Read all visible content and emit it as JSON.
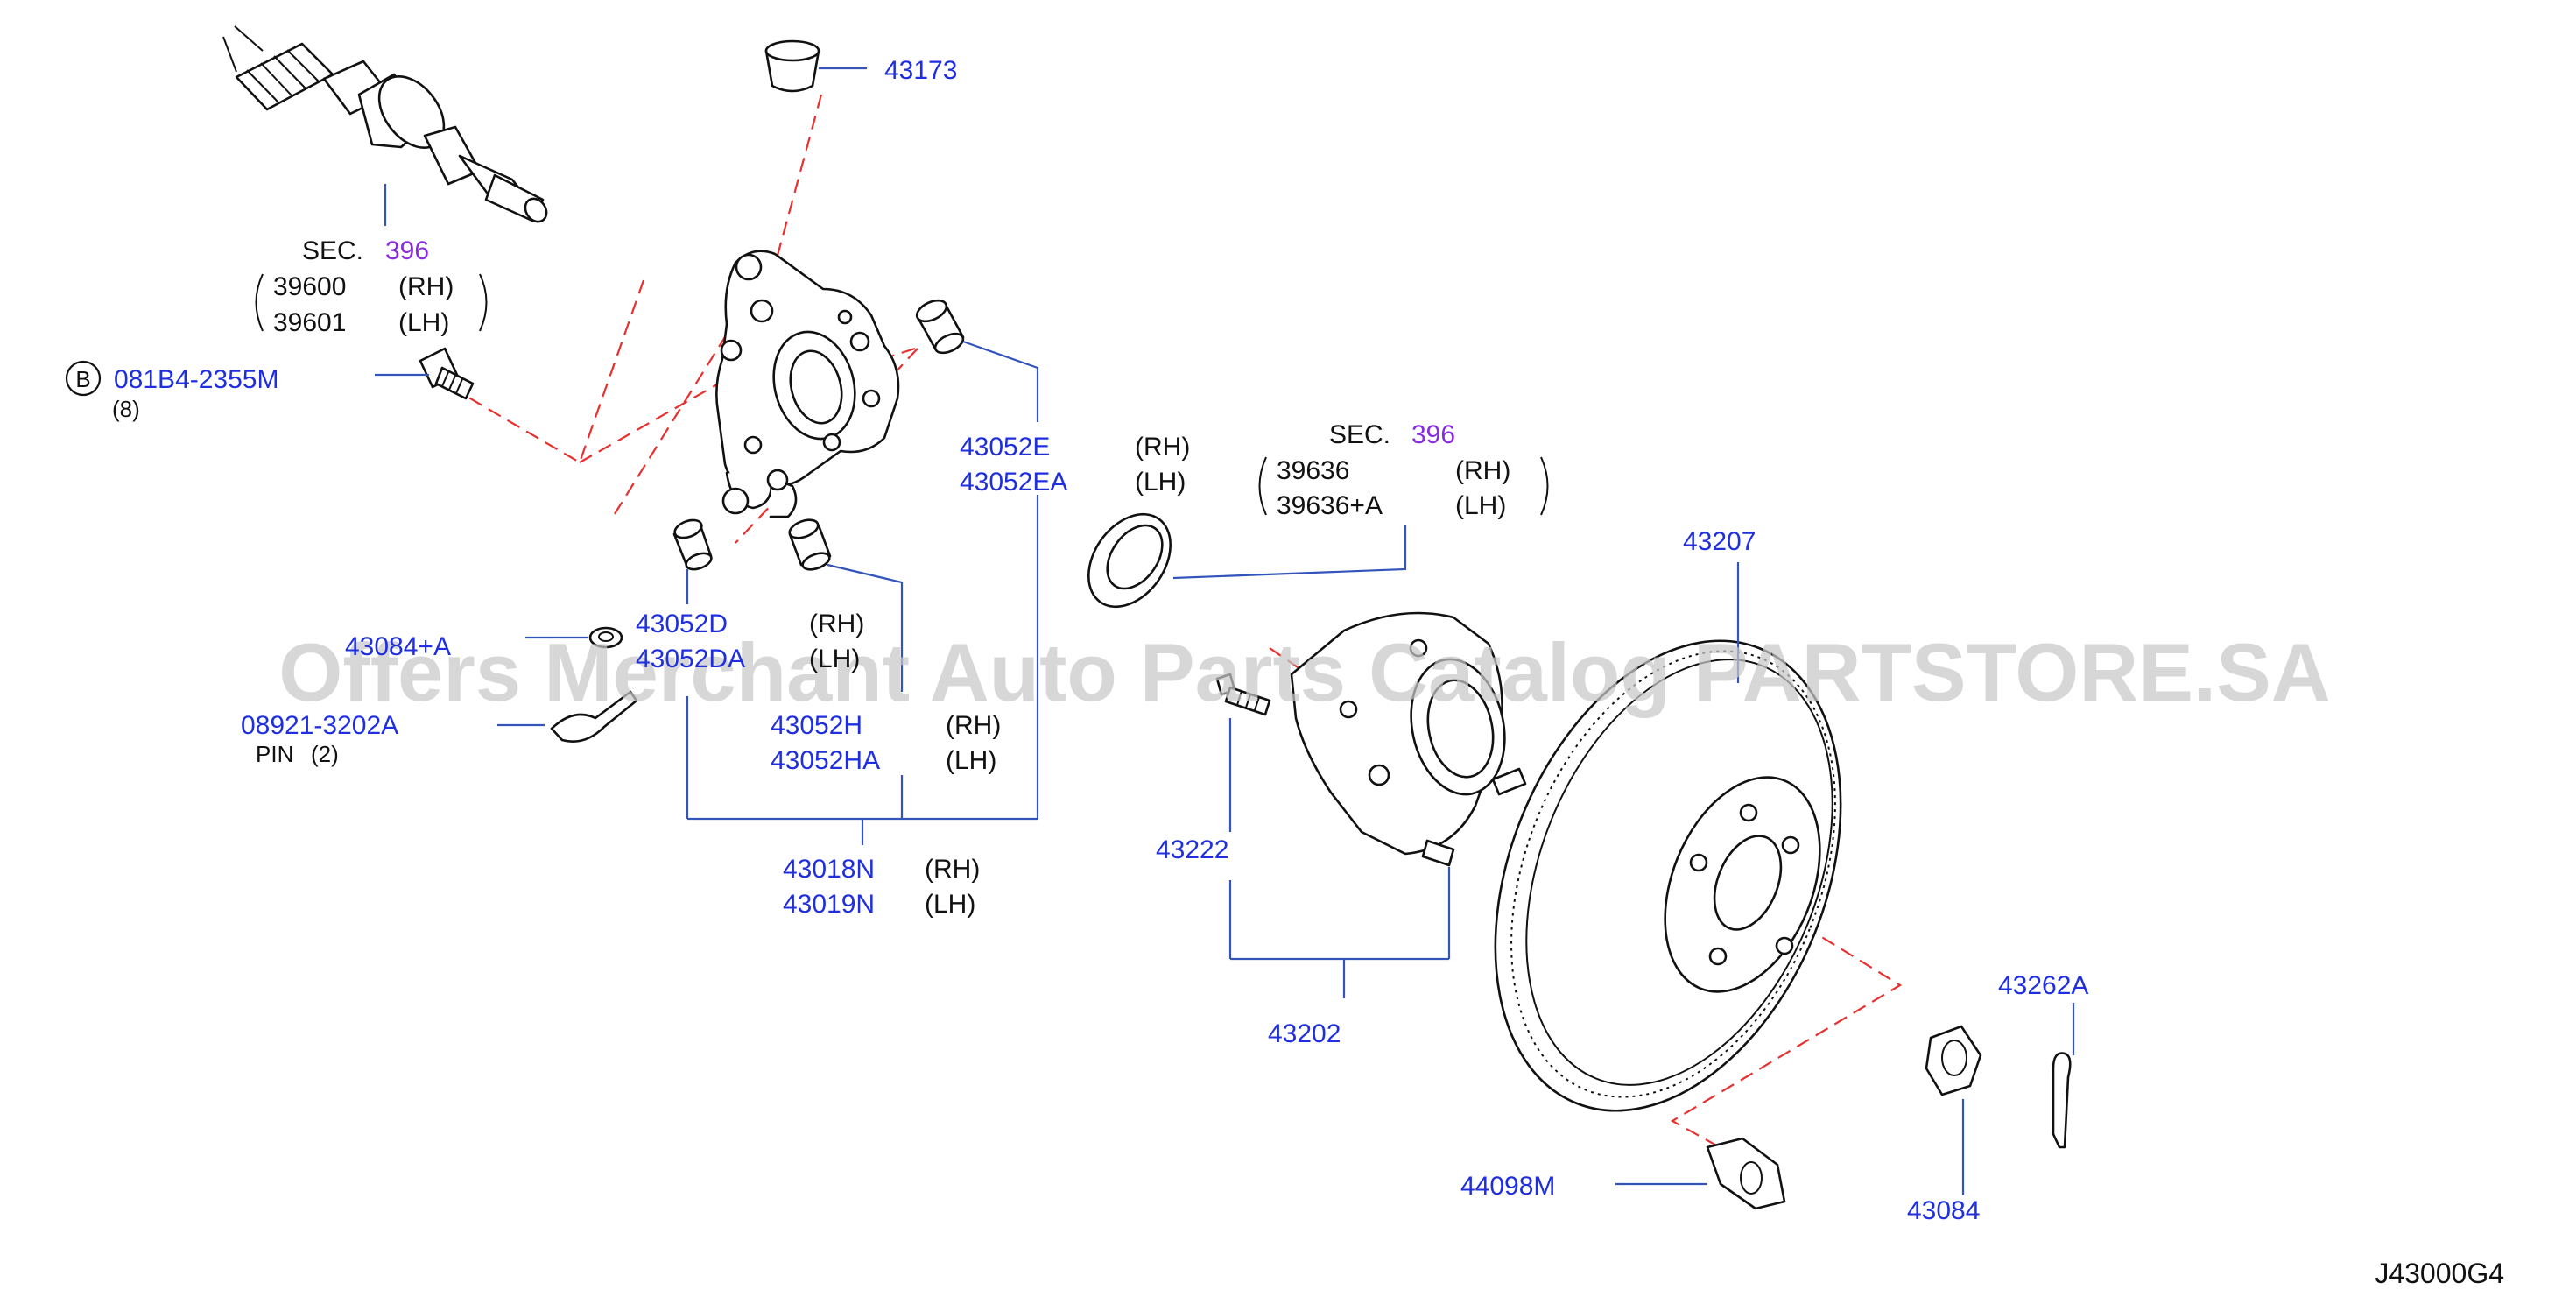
{
  "diagram": {
    "code": "J43000G4",
    "watermark": "Offers Merchant Auto Parts Catalog PARTSTORE.SA",
    "colors": {
      "part_number": "#1f2fe0",
      "section_link": "#8a2be2",
      "leader": "#3355bb",
      "centerline": "#e8302f",
      "text": "#111111"
    },
    "parts": {
      "p43173": "43173",
      "sec_driveshaft": {
        "sec": "SEC.",
        "num": "396",
        "row1_code": "39600",
        "row1_side": "(RH)",
        "row2_code": "39601",
        "row2_side": "(LH)"
      },
      "bolt": {
        "circle": "B",
        "code": "081B4-2355M",
        "qty": "(8)"
      },
      "bushing_e": {
        "row1_code": "43052E",
        "row1_side": "(RH)",
        "row2_code": "43052EA",
        "row2_side": "(LH)"
      },
      "sec_seal": {
        "sec": "SEC.",
        "num": "396",
        "row1_code": "39636",
        "row1_side": "(RH)",
        "row2_code": "39636+A",
        "row2_side": "(LH)"
      },
      "p43207": "43207",
      "p43084a": "43084+A",
      "bushing_d": {
        "row1_code": "43052D",
        "row1_side": "(RH)",
        "row2_code": "43052DA",
        "row2_side": "(LH)"
      },
      "pin": {
        "code": "08921-3202A",
        "desc": "PIN",
        "qty": "(2)"
      },
      "bushing_h": {
        "row1_code": "43052H",
        "row1_side": "(RH)",
        "row2_code": "43052HA",
        "row2_side": "(LH)"
      },
      "knuckle": {
        "row1_code": "43018N",
        "row1_side": "(RH)",
        "row2_code": "43019N",
        "row2_side": "(LH)"
      },
      "p43222": "43222",
      "p43202": "43202",
      "p43262a": "43262A",
      "p44098m": "44098M",
      "p43084": "43084"
    }
  }
}
